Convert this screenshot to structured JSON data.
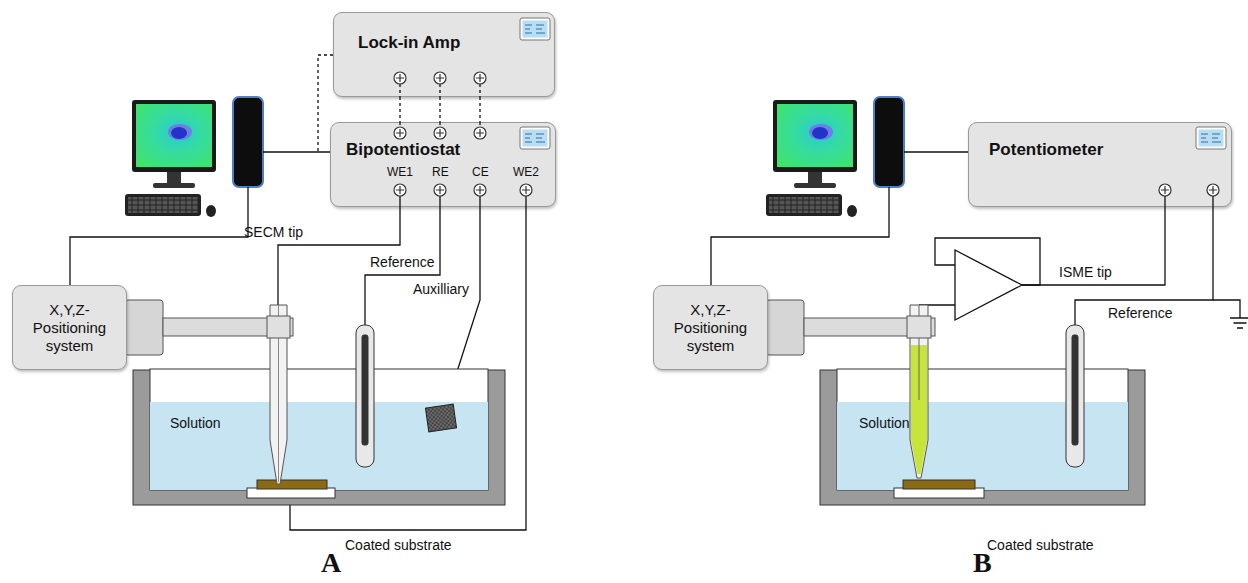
{
  "diagram": {
    "nodes": [
      {
        "text": [
          "Lock-in Amp"
        ]
      },
      {
        "text": [
          "Bipotentiostat"
        ]
      },
      {
        "text": [
          "X,Y,Z- Positioning system"
        ]
      },
      {
        "text": [
          "Potentiometer"
        ]
      },
      {
        "text": [
          "X,Y,Z- Positioning system"
        ]
      }
    ],
    "edges": [
      {
        "from": 0,
        "to": 1,
        "arrow": "none"
      },
      {
        "from": 0,
        "to": 1,
        "arrow": "none"
      },
      {
        "from": 0,
        "to": 1,
        "arrow": "none"
      }
    ],
    "labels": [
      "WE1",
      "RE",
      "CE",
      "WE2",
      "SECM tip",
      "Reference",
      "Auxilliary",
      "Solution",
      "Coated substrate",
      "A",
      "ISME tip",
      "Reference",
      "Solution",
      "Coated substrate",
      "B"
    ]
  }
}
